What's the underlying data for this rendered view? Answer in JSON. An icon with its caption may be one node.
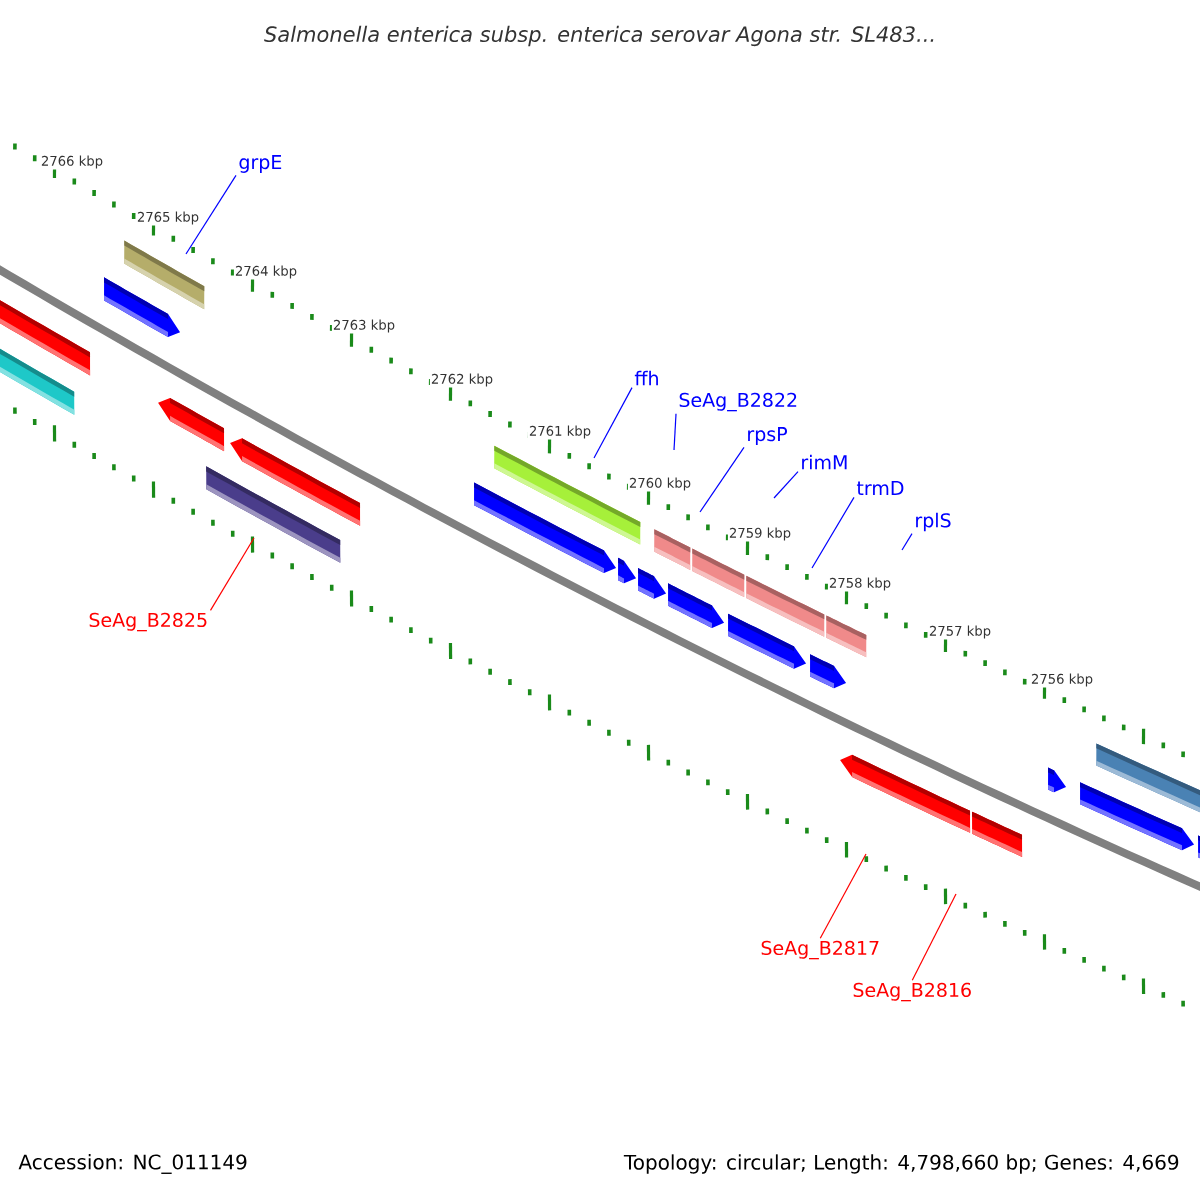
{
  "diagram": {
    "title": "Salmonella enterica subsp. enterica serovar Agona str. SL483...",
    "nodes": [
      {
        "text": [
          "grpE"
        ]
      },
      {
        "text": [
          "ffh"
        ]
      },
      {
        "text": [
          "SeAg_B2822"
        ]
      },
      {
        "text": [
          "rpsP"
        ]
      },
      {
        "text": [
          "rimM"
        ]
      },
      {
        "text": [
          "trmD"
        ]
      },
      {
        "text": [
          "rplS"
        ]
      },
      {
        "text": [
          "SeAg_B2825"
        ]
      },
      {
        "text": [
          "SeAg_B2817"
        ]
      },
      {
        "text": [
          "SeAg_B2816"
        ]
      }
    ],
    "edges": [
      {
        "from": 0,
        "to": null,
        "arrow": "none"
      },
      {
        "from": 1,
        "to": null,
        "arrow": "none"
      },
      {
        "from": 2,
        "to": null,
        "arrow": "none"
      },
      {
        "from": 3,
        "to": null,
        "arrow": "none"
      },
      {
        "from": 4,
        "to": null,
        "arrow": "none"
      },
      {
        "from": 5,
        "to": null,
        "arrow": "none"
      },
      {
        "from": 6,
        "to": null,
        "arrow": "none"
      },
      {
        "from": 7,
        "to": null,
        "arrow": "none",
        "color": "#ff0000"
      },
      {
        "from": 8,
        "to": null,
        "arrow": "none",
        "color": "#ff0000"
      },
      {
        "from": 9,
        "to": null,
        "arrow": "none",
        "color": "#ff0000"
      }
    ],
    "labels": [
      "2766 kbp",
      "2765 kbp",
      "2764 kbp",
      "2763 kbp",
      "2762 kbp",
      "2761 kbp",
      "2760 kbp",
      "2759 kbp",
      "2758 kbp",
      "2757 kbp",
      "2756 kbp",
      "Accession: NC_011149",
      "Topology: circular; Length: 4,798,660 bp; Genes: 4,669"
    ]
  }
}
